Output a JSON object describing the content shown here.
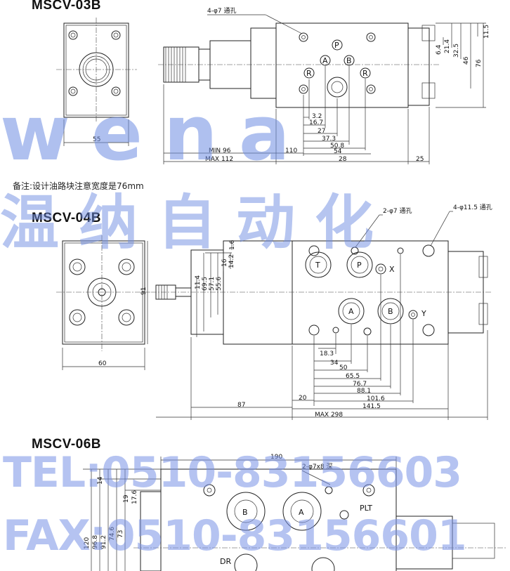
{
  "sections": [
    {
      "id": "03b",
      "title": "MSCV-03B"
    },
    {
      "id": "04b",
      "title": "MSCV-04B"
    },
    {
      "id": "06b",
      "title": "MSCV-06B"
    }
  ],
  "note": "备注:设计油路块注意宽度是76mm",
  "watermark": {
    "brand": "wena",
    "cn_name": "温纳自动化",
    "tel": "TEL:0510-83156603",
    "fax": "FAX:0510-83156601"
  },
  "mscv03b": {
    "hole_callout": "4-φ7 通孔",
    "ports": [
      "P",
      "A",
      "B",
      "R",
      "R"
    ],
    "dims_h": [
      "55",
      "MIN 96",
      "MAX 112",
      "28",
      "110",
      "25",
      "3.2",
      "16.7",
      "27",
      "37.3",
      "50.8",
      "54"
    ],
    "dims_v": [
      "11.5",
      "6.4",
      "21.4",
      "32.5",
      "46",
      "76"
    ]
  },
  "mscv04b": {
    "hole_callout_1": "2-φ7 通孔",
    "hole_callout_2": "4-φ11.5 通孔",
    "ports": [
      "T",
      "P",
      "X",
      "A",
      "B",
      "Y"
    ],
    "dims_h": [
      "60",
      "87",
      "20",
      "141.5",
      "MAX 298",
      "18.3",
      "34",
      "50",
      "65.5",
      "76.7",
      "88.1",
      "101.6"
    ],
    "dims_v": [
      "91",
      "11.4",
      "69.5",
      "57.1",
      "55.6",
      "16",
      "14.2",
      "1.6"
    ]
  },
  "mscv06b": {
    "hole_callout": "2-φ7x8 深",
    "ports": [
      "B",
      "A",
      "PLT",
      "DR"
    ],
    "dims_h": [
      "190"
    ],
    "dims_v": [
      "14",
      "19",
      "17.6",
      "120",
      "96.8",
      "91.2",
      "74.6",
      "73"
    ]
  }
}
